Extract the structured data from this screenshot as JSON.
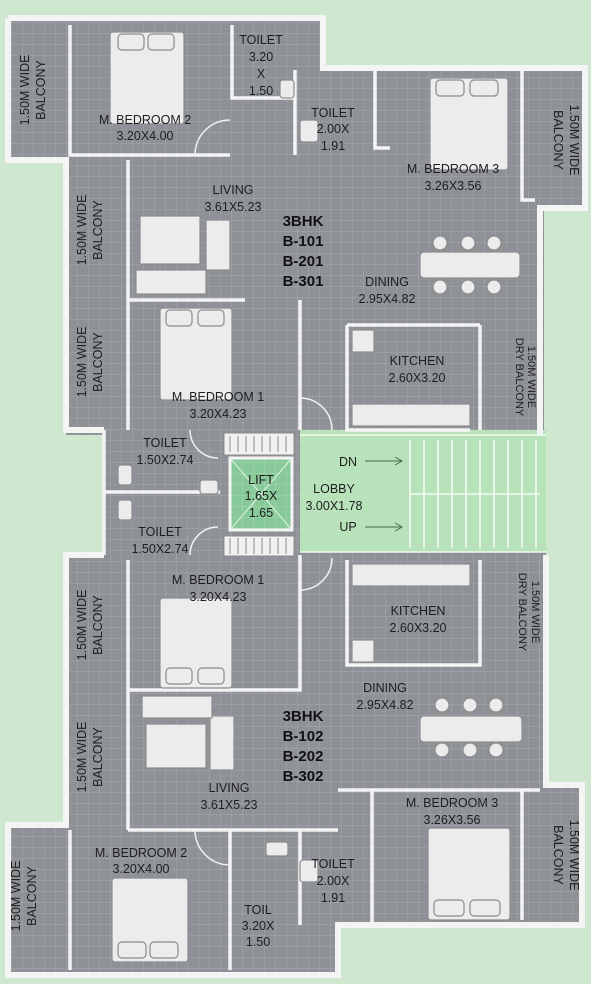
{
  "colors": {
    "background": "#cfe6cf",
    "floor": "#8e9196",
    "grid": "#a7abb1",
    "wall": "#f4f4f4",
    "lobby": "#b8e2ba",
    "lift": "#88c99a"
  },
  "upper_unit": {
    "name_lines": [
      "3BHK",
      "B-101",
      "B-201",
      "B-301"
    ],
    "rooms": {
      "mbed2_name": "M. BEDROOM 2",
      "mbed2_size": "3.20X4.00",
      "toilet1_name": "TOILET",
      "toilet1_size_a": "3.20",
      "toilet1_size_b": "X",
      "toilet1_size_c": "1.50",
      "toilet2_name": "TOILET",
      "toilet2_size_a": "2.00X",
      "toilet2_size_b": "1.91",
      "mbed3_name": "M. BEDROOM 3",
      "mbed3_size": "3.26X3.56",
      "living_name": "LIVING",
      "living_size": "3.61X5.23",
      "dining_name": "DINING",
      "dining_size": "2.95X4.82",
      "kitchen_name": "KITCHEN",
      "kitchen_size": "2.60X3.20",
      "mbed1_name": "M. BEDROOM 1",
      "mbed1_size": "3.20X4.23",
      "toilet3_name": "TOILET",
      "toilet3_size": "1.50X2.74"
    },
    "balconies": {
      "b1_a": "1.50M WIDE",
      "b1_b": "BALCONY",
      "b2_a": "1.50M WIDE",
      "b2_b": "BALCONY",
      "b3_a": "1.50M WIDE",
      "b3_b": "BALCONY",
      "b4_a": "1.50M WIDE",
      "b4_b": "BALCONY",
      "dry_a": "1.50M WIDE",
      "dry_b": "DRY BALCONY"
    }
  },
  "core": {
    "lift_a": "LIFT",
    "lift_b": "1.65X",
    "lift_c": "1.65",
    "lobby_name": "LOBBY",
    "lobby_size": "3.00X1.78",
    "dn": "DN",
    "up": "UP"
  },
  "lower_unit": {
    "name_lines": [
      "3BHK",
      "B-102",
      "B-202",
      "B-302"
    ],
    "rooms": {
      "toilet3_name": "TOILET",
      "toilet3_size": "1.50X2.74",
      "mbed1_name": "M. BEDROOM 1",
      "mbed1_size": "3.20X4.23",
      "kitchen_name": "KITCHEN",
      "kitchen_size": "2.60X3.20",
      "dining_name": "DINING",
      "dining_size": "2.95X4.82",
      "living_name": "LIVING",
      "living_size": "3.61X5.23",
      "mbed3_name": "M. BEDROOM 3",
      "mbed3_size": "3.26X3.56",
      "mbed2_name": "M. BEDROOM 2",
      "mbed2_size": "3.20X4.00",
      "toilet2_name": "TOILET",
      "toilet2_size_a": "2.00X",
      "toilet2_size_b": "1.91",
      "toilet1_name": "TOIL",
      "toilet1_size_a": "3.20X",
      "toilet1_size_b": "1.50"
    },
    "balconies": {
      "b1_a": "1.50M WIDE",
      "b1_b": "BALCONY",
      "b2_a": "1.50M WIDE",
      "b2_b": "BALCONY",
      "b3_a": "1.50M WIDE",
      "b3_b": "BALCONY",
      "b4_a": "1.50M WIDE",
      "b4_b": "BALCONY",
      "dry_a": "1.50M WIDE",
      "dry_b": "DRY BALCONY"
    }
  }
}
